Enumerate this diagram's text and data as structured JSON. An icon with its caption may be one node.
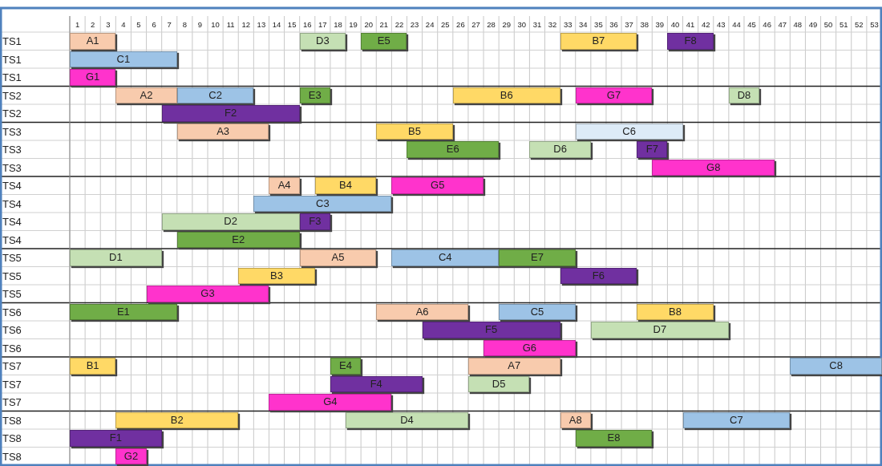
{
  "diagram": {
    "nodes": [
      {
        "text": [
          "A1"
        ]
      },
      {
        "text": [
          "D3"
        ]
      },
      {
        "text": [
          "E5"
        ]
      },
      {
        "text": [
          "B7"
        ]
      },
      {
        "text": [
          "F8"
        ]
      },
      {
        "text": [
          "C1"
        ]
      },
      {
        "text": [
          "G1"
        ]
      },
      {
        "text": [
          "A2"
        ]
      },
      {
        "text": [
          "C2"
        ]
      },
      {
        "text": [
          "E3"
        ]
      },
      {
        "text": [
          "B6"
        ]
      },
      {
        "text": [
          "G7"
        ]
      },
      {
        "text": [
          "D8"
        ]
      },
      {
        "text": [
          "F2"
        ]
      },
      {
        "text": [
          "A3"
        ]
      },
      {
        "text": [
          "B5"
        ]
      },
      {
        "text": [
          "C6"
        ]
      },
      {
        "text": [
          "E6"
        ]
      },
      {
        "text": [
          "D6"
        ]
      },
      {
        "text": [
          "F7"
        ]
      },
      {
        "text": [
          "G8"
        ]
      },
      {
        "text": [
          "A4"
        ]
      },
      {
        "text": [
          "B4"
        ]
      },
      {
        "text": [
          "G5"
        ]
      },
      {
        "text": [
          "C3"
        ]
      },
      {
        "text": [
          "D2"
        ]
      },
      {
        "text": [
          "F3"
        ]
      },
      {
        "text": [
          "E2"
        ]
      },
      {
        "text": [
          "D1"
        ]
      },
      {
        "text": [
          "A5"
        ]
      },
      {
        "text": [
          "C4"
        ]
      },
      {
        "text": [
          "E7"
        ]
      },
      {
        "text": [
          "B3"
        ]
      },
      {
        "text": [
          "F6"
        ]
      },
      {
        "text": [
          "G3"
        ]
      },
      {
        "text": [
          "E1"
        ]
      },
      {
        "text": [
          "A6"
        ]
      },
      {
        "text": [
          "C5"
        ]
      },
      {
        "text": [
          "B8"
        ]
      },
      {
        "text": [
          "F5"
        ]
      },
      {
        "text": [
          "D7"
        ]
      },
      {
        "text": [
          "G6"
        ]
      },
      {
        "text": [
          "B1"
        ]
      },
      {
        "text": [
          "E4"
        ]
      },
      {
        "text": [
          "A7"
        ]
      },
      {
        "text": [
          "C8"
        ]
      },
      {
        "text": [
          "F4"
        ]
      },
      {
        "text": [
          "D5"
        ]
      },
      {
        "text": [
          "G4"
        ]
      },
      {
        "text": [
          "B2"
        ]
      },
      {
        "text": [
          "D4"
        ]
      },
      {
        "text": [
          "A8"
        ]
      },
      {
        "text": [
          "C7"
        ]
      },
      {
        "text": [
          "F1"
        ]
      },
      {
        "text": [
          "E8"
        ]
      },
      {
        "text": [
          "G2"
        ]
      }
    ],
    "labels": [
      "1",
      "2",
      "3",
      "4",
      "5",
      "6",
      "7",
      "8",
      "9",
      "10",
      "11",
      "12",
      "13",
      "14",
      "15",
      "16",
      "17",
      "18",
      "19",
      "20",
      "21",
      "22",
      "23",
      "24",
      "25",
      "26",
      "27",
      "28",
      "29",
      "30",
      "31",
      "32",
      "33",
      "34",
      "35",
      "36",
      "37",
      "38",
      "39",
      "40",
      "41",
      "42",
      "43",
      "44",
      "45",
      "46",
      "47",
      "48",
      "49",
      "50",
      "51",
      "52",
      "53",
      "TS1",
      "TS1",
      "TS1",
      "TS2",
      "TS2",
      "TS3",
      "TS3",
      "TS3",
      "TS4",
      "TS4",
      "TS4",
      "TS4",
      "TS5",
      "TS5",
      "TS5",
      "TS6",
      "TS6",
      "TS6",
      "TS7",
      "TS7",
      "TS7",
      "TS8",
      "TS8",
      "TS8"
    ]
  }
}
